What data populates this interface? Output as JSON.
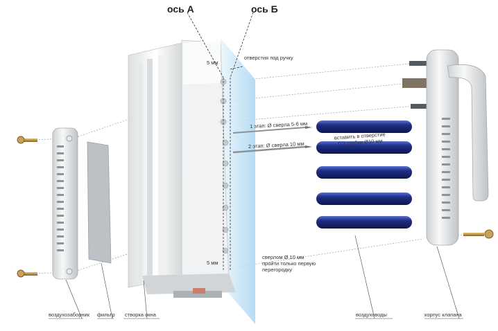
{
  "axes": {
    "a": "ось А",
    "b": "ось Б"
  },
  "labels": {
    "top_5mm": "5 мм",
    "bottom_5mm": "5 мм",
    "handle_holes": "отверстия под ручку",
    "stage1": "1 этап: Ø сверла 5-6 мм",
    "stage2": "2 этап: Ø сверла 10 мм",
    "insert_line1": "вставить в отверстие",
    "insert_line2": "ПЭ трубки Ø10 мм",
    "drill_line1": "сверлом Ø 10 мм",
    "drill_line2": "пройти только первую",
    "drill_line3": "перегородку"
  },
  "parts": {
    "air_intake": "воздухозаборник",
    "filter": "фильтр",
    "sash": "створка окна",
    "ducts": "воздуховоды",
    "valve_body": "корпус клапана"
  },
  "colors": {
    "tube": "#1f2f86",
    "glass": "#bfe0f5",
    "profile": "#f3f4f4",
    "brass": "#a67c35"
  }
}
